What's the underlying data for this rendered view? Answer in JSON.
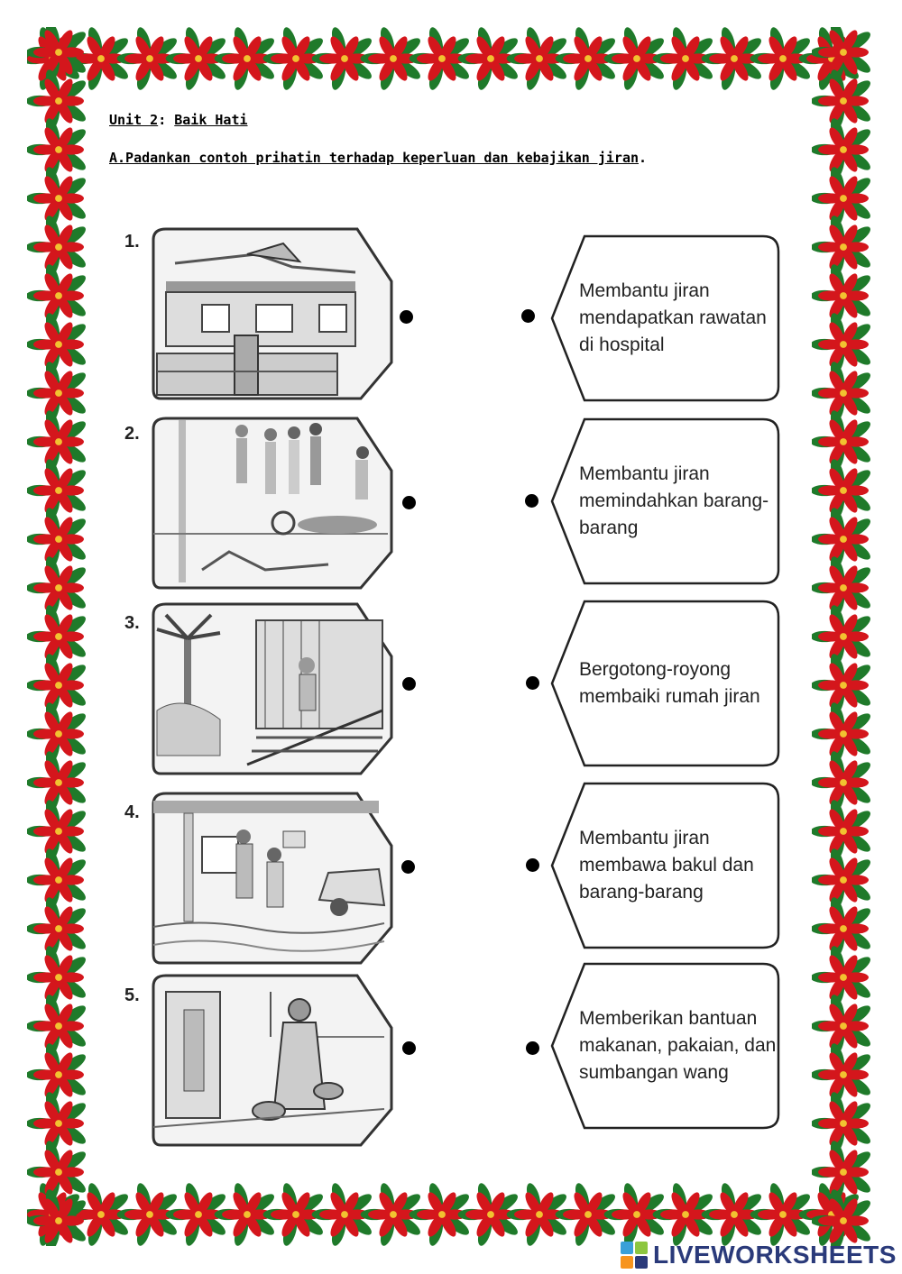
{
  "unit": {
    "label": "Unit 2",
    "separator": ": ",
    "topic": "Baik Hati"
  },
  "instruction": {
    "text": "A.Padankan contoh prihatin terhadap keperluan dan kebajikan jiran",
    "end": "."
  },
  "items": [
    {
      "number": "1.",
      "picture": "damaged-roof-house",
      "answer": "Membantu jiran\nmendapatkan rawatan\ndi hospital"
    },
    {
      "number": "2.",
      "picture": "motorcycle-accident",
      "answer": "Membantu jiran\nmemindahkan barang-\nbarang"
    },
    {
      "number": "3.",
      "picture": "sick-man-on-stairs",
      "answer": "Bergotong-royong\nmembaiki rumah jiran"
    },
    {
      "number": "4.",
      "picture": "flood-moving-goods",
      "answer": "Membantu jiran\nmembawa bakul dan\nbarang-barang"
    },
    {
      "number": "5.",
      "picture": "woman-carrying-baskets",
      "answer": "Memberikan bantuan\nmakanan, pakaian, dan\nsumbangan wang"
    }
  ],
  "colors": {
    "border_flower": "#d4161c",
    "border_leaf": "#1f7a2a",
    "watermark": "#2a3a7a"
  },
  "watermark": {
    "text": "LIVEWORKSHEETS"
  }
}
